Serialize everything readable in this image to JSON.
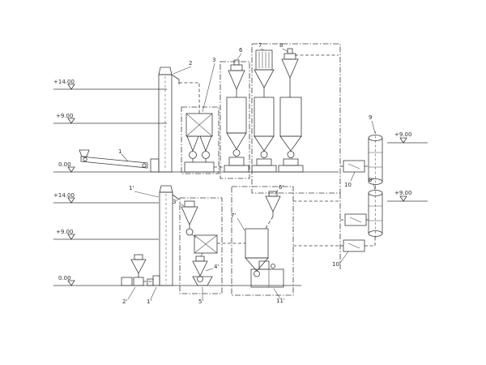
{
  "diagram": {
    "kind": "process flow schematic",
    "line_color": "#3c3c3c",
    "background": "#ffffff"
  },
  "elevation_markers": [
    {
      "id": "upper-plus14",
      "label": "+14.00"
    },
    {
      "id": "upper-plus9",
      "label": "+9.00"
    },
    {
      "id": "upper-zero",
      "label": "0.00"
    },
    {
      "id": "right-plus9-top",
      "label": "+9.00"
    },
    {
      "id": "right-plus9-bottom",
      "label": "+9.00"
    },
    {
      "id": "lower-plus14",
      "label": "+14.00"
    },
    {
      "id": "lower-plus9",
      "label": "+9.00"
    },
    {
      "id": "lower-zero",
      "label": "0.00"
    }
  ],
  "equipment_labels": [
    {
      "id": "inclined-conveyor",
      "tag": "1"
    },
    {
      "id": "bucket-elevator-upper",
      "tag": "2"
    },
    {
      "id": "cleaning-sieve",
      "tag": "3"
    },
    {
      "id": "cyclone-bin-a",
      "tag": "6"
    },
    {
      "id": "filter-bin-b",
      "tag": "7"
    },
    {
      "id": "cyclone-bin-c",
      "tag": "8"
    },
    {
      "id": "vertical-tank-a",
      "tag": "9"
    },
    {
      "id": "vertical-tank-b",
      "tag": "9'"
    },
    {
      "id": "fan-box-a",
      "tag": "10"
    },
    {
      "id": "fan-box-c",
      "tag": "10'"
    },
    {
      "id": "bucket-elevator-lower",
      "tag": "1'"
    },
    {
      "id": "mini-cyclone-unit",
      "tag": "2'"
    },
    {
      "id": "elevator-boot",
      "tag": "1'"
    },
    {
      "id": "cyclone-3p",
      "tag": "3'"
    },
    {
      "id": "cyclone-4p",
      "tag": "4'"
    },
    {
      "id": "ground-hopper",
      "tag": "5'"
    },
    {
      "id": "cyclone-6p",
      "tag": "6'"
    },
    {
      "id": "surge-bin-7p",
      "tag": "7'"
    },
    {
      "id": "bagging-machine",
      "tag": "11'"
    }
  ]
}
